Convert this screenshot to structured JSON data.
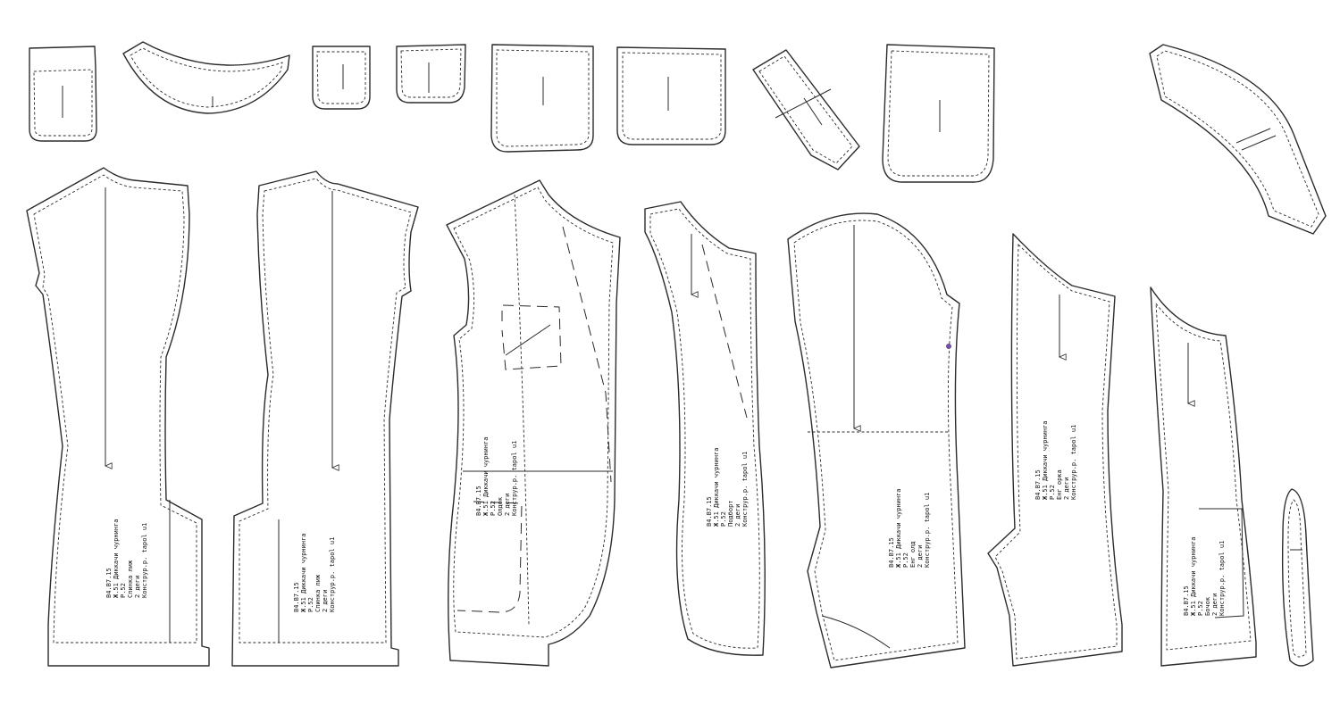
{
  "pieces": [
    {
      "id": "back-left",
      "lines": [
        "B4.B7.15",
        "Ж.51 Диккачи чурнинга",
        "Р.52",
        "Спинка лиж",
        "2 деги",
        "Конструр.р. tapol u1"
      ]
    },
    {
      "id": "back-right",
      "lines": [
        "B4.B7.15",
        "Ж.51 Диккачи чурнинга",
        "Р.52",
        "Спинка лиж",
        "2 деги",
        "Конструр.р. tapol u1"
      ]
    },
    {
      "id": "front",
      "lines": [
        "B4.B7.15",
        "Ж.51 Диккачи чурнинга",
        "Р.52",
        "Олдок",
        "2 деги",
        "Конструр.р. tapol u1"
      ]
    },
    {
      "id": "front-facing",
      "lines": [
        "B4.B7.15",
        "Ж.51 Диккачи чурнинга",
        "Р.52",
        "Подборт",
        "2 деги",
        "Конструр.р. tapol u1"
      ]
    },
    {
      "id": "top-sleeve",
      "lines": [
        "B4.B7.15",
        "Ж.51 Диккачи чурнинга",
        "Р.52",
        "Енг олд",
        "2 деги",
        "Конструр.р. tapol u1"
      ]
    },
    {
      "id": "under-sleeve",
      "lines": [
        "B4.B7.15",
        "Ж.51 Диккачи чурнинга",
        "Р.52",
        "Енг орка",
        "2 деги",
        "Конструр.р. tapol u1"
      ]
    },
    {
      "id": "side-panel",
      "lines": [
        "B4.B7.15",
        "Ж.51 Диккачи чурнинга",
        "Р.52",
        "Бочок",
        "2 деги",
        "Конструр.р. tapol u1"
      ]
    }
  ]
}
